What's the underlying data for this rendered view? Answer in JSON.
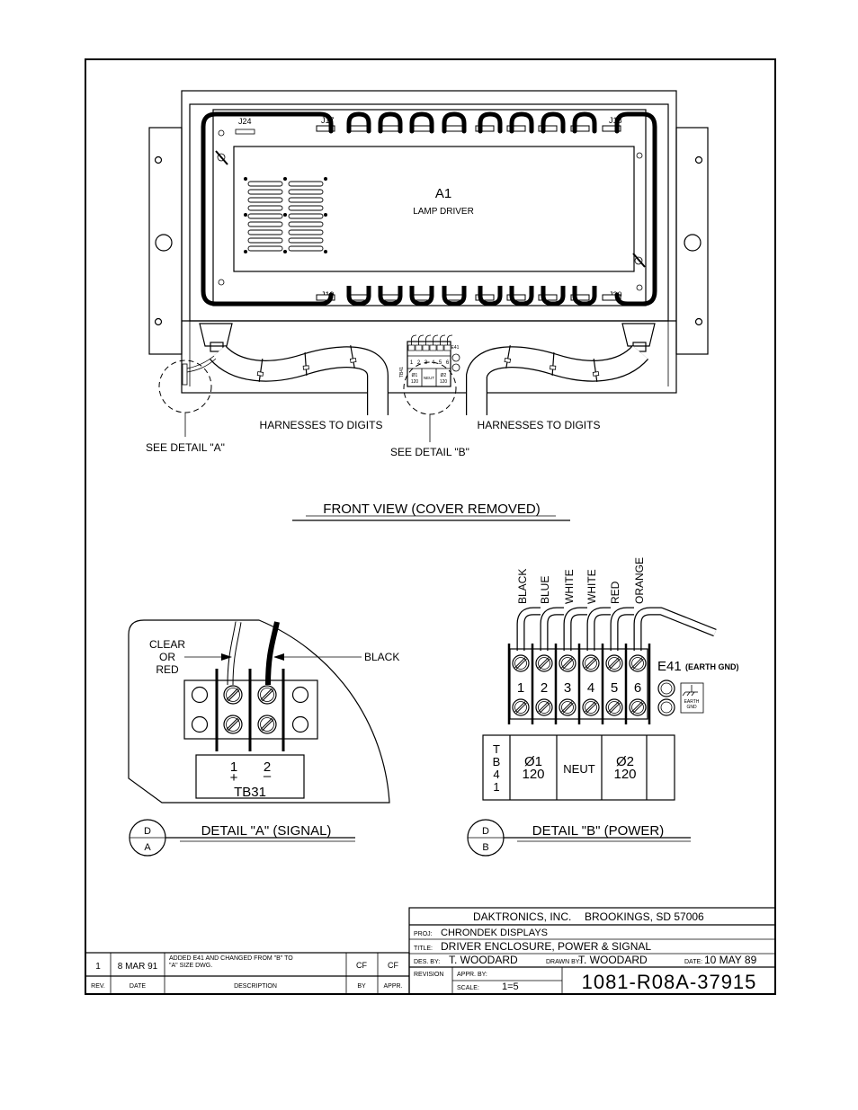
{
  "front_view": {
    "title": "FRONT VIEW (COVER REMOVED)",
    "board_ref": "A1",
    "board_name": "LAMP DRIVER",
    "connectors": {
      "j24": "J24",
      "top_left": "J17",
      "top_right": "J18",
      "bottom_left": "J19",
      "bottom_right": "J20"
    },
    "terminal_numbers": [
      "1",
      "2",
      "3",
      "4",
      "5",
      "6"
    ],
    "terminal_block": "TB41",
    "phase1": "Ø1",
    "phase1_v": "120",
    "neutral": "NEUT",
    "phase2": "Ø2",
    "phase2_v": "120",
    "ground_ref": "E41",
    "harness_left": "HARNESSES TO DIGITS",
    "harness_right": "HARNESSES TO DIGITS",
    "see_detail_a": "SEE DETAIL \"A\"",
    "see_detail_b": "SEE DETAIL \"B\""
  },
  "detail_a": {
    "wire_left_lines": [
      "CLEAR",
      "OR",
      "RED"
    ],
    "wire_right": "BLACK",
    "terminal_1": "1",
    "terminal_1_sign": "+",
    "terminal_2": "2",
    "terminal_2_sign": "–",
    "block": "TB31",
    "bubble_top": "D",
    "bubble_bottom": "A",
    "caption": "DETAIL \"A\" (SIGNAL)"
  },
  "detail_b": {
    "wire_colors": [
      "BLACK",
      "BLUE",
      "WHITE",
      "WHITE",
      "RED",
      "ORANGE"
    ],
    "terminals": [
      "1",
      "2",
      "3",
      "4",
      "5",
      "6"
    ],
    "ground_ref": "E41",
    "ground_desc": "(EARTH GND)",
    "ground_tag": [
      "EARTH",
      "GND"
    ],
    "block_letters": [
      "T",
      "B",
      "4",
      "1"
    ],
    "phase1": "Ø1",
    "phase1_v": "120",
    "neutral": "NEUT",
    "phase2": "Ø2",
    "phase2_v": "120",
    "bubble_top": "D",
    "bubble_bottom": "B",
    "caption": "DETAIL \"B\" (POWER)"
  },
  "title_block": {
    "company": "DAKTRONICS, INC.",
    "location": "BROOKINGS, SD 57006",
    "proj_label": "PROJ:",
    "proj": "CHRONDEK DISPLAYS",
    "title_label": "TITLE:",
    "title": "DRIVER ENCLOSURE, POWER & SIGNAL",
    "des_label": "DES. BY:",
    "des": "T. WOODARD",
    "drawn_label": "DRAWN BY:",
    "drawn": "T. WOODARD",
    "date_label": "DATE:",
    "date": "10 MAY 89",
    "revision_label": "REVISION",
    "appr_label": "APPR. BY:",
    "scale_label": "SCALE:",
    "scale": "1=5",
    "drawing_number": "1081-R08A-37915"
  },
  "revisions": [
    {
      "rev": "1",
      "date": "8 MAR 91",
      "description_lines": [
        "ADDED E41 AND CHANGED FROM \"B\" TO",
        "\"A\" SIZE DWG."
      ],
      "by": "CF",
      "appr": "CF"
    }
  ],
  "revision_headers": {
    "rev": "REV.",
    "date": "DATE",
    "description": "DESCRIPTION",
    "by": "BY",
    "appr": "APPR."
  }
}
